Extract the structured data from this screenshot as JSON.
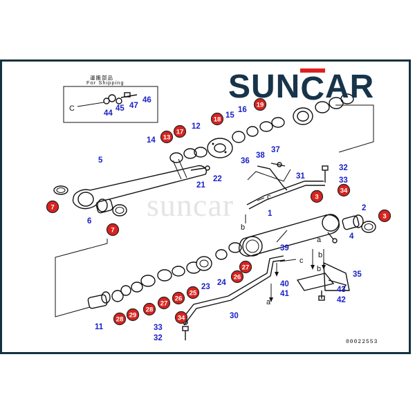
{
  "brand": {
    "logo_prefix": "SUN",
    "logo_c": "C",
    "logo_suffix": "AR",
    "logo_color": "#17344a",
    "logo_accent": "#e02020"
  },
  "watermark": "suncar",
  "shipping_box": {
    "title_native": "運搬部品",
    "title_en": "For Shipping"
  },
  "drawing_code": "00022553",
  "colors": {
    "label_blue": "#1a22c8",
    "badge_red": "#d8231f",
    "frame": "#12313f"
  },
  "labels": {
    "n1": "1",
    "n2": "2",
    "n4": "4",
    "n5": "5",
    "n6": "6",
    "n11": "11",
    "n12": "12",
    "n14": "14",
    "n15": "15",
    "n16": "16",
    "n21": "21",
    "n22": "22",
    "n23": "23",
    "n24": "24",
    "n30": "30",
    "n31": "31",
    "n32a": "32",
    "n32b": "32",
    "n33a": "33",
    "n33b": "33",
    "n35": "35",
    "n36": "36",
    "n37": "37",
    "n38": "38",
    "n39": "39",
    "n40": "40",
    "n41": "41",
    "n42": "42",
    "n43": "43",
    "n44": "44",
    "n45": "45",
    "n46": "46",
    "n47": "47"
  },
  "badges": {
    "b3a": "3",
    "b3b": "3",
    "b7a": "7",
    "b7b": "7",
    "b13": "13",
    "b17": "17",
    "b18": "18",
    "b19": "19",
    "b25": "25",
    "b26a": "26",
    "b26b": "26",
    "b27a": "27",
    "b27b": "27",
    "b28a": "28",
    "b28b": "28",
    "b29": "29",
    "b34a": "34",
    "b34b": "34"
  },
  "letters": {
    "a1": "a",
    "a2": "a",
    "b1": "b",
    "b2": "b",
    "b3": "b",
    "c1": "c",
    "c2": "c",
    "c3": "C"
  }
}
